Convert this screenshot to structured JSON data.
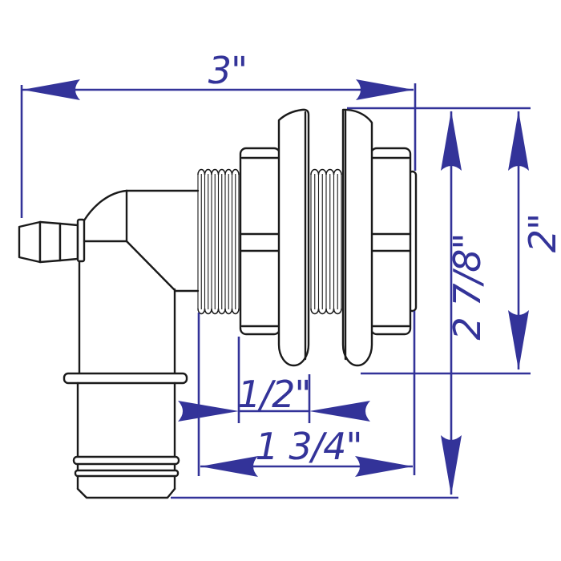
{
  "drawing": {
    "labels": {
      "overall_width": "3\"",
      "overall_height": "2 7/8\"",
      "flange_height": "2\"",
      "exposed_thread": "1/2\"",
      "shank_length": "1 3/4\""
    },
    "colors": {
      "dimension_blue": "#333399",
      "outline_black": "#1a1a1a",
      "background": "#ffffff"
    }
  }
}
